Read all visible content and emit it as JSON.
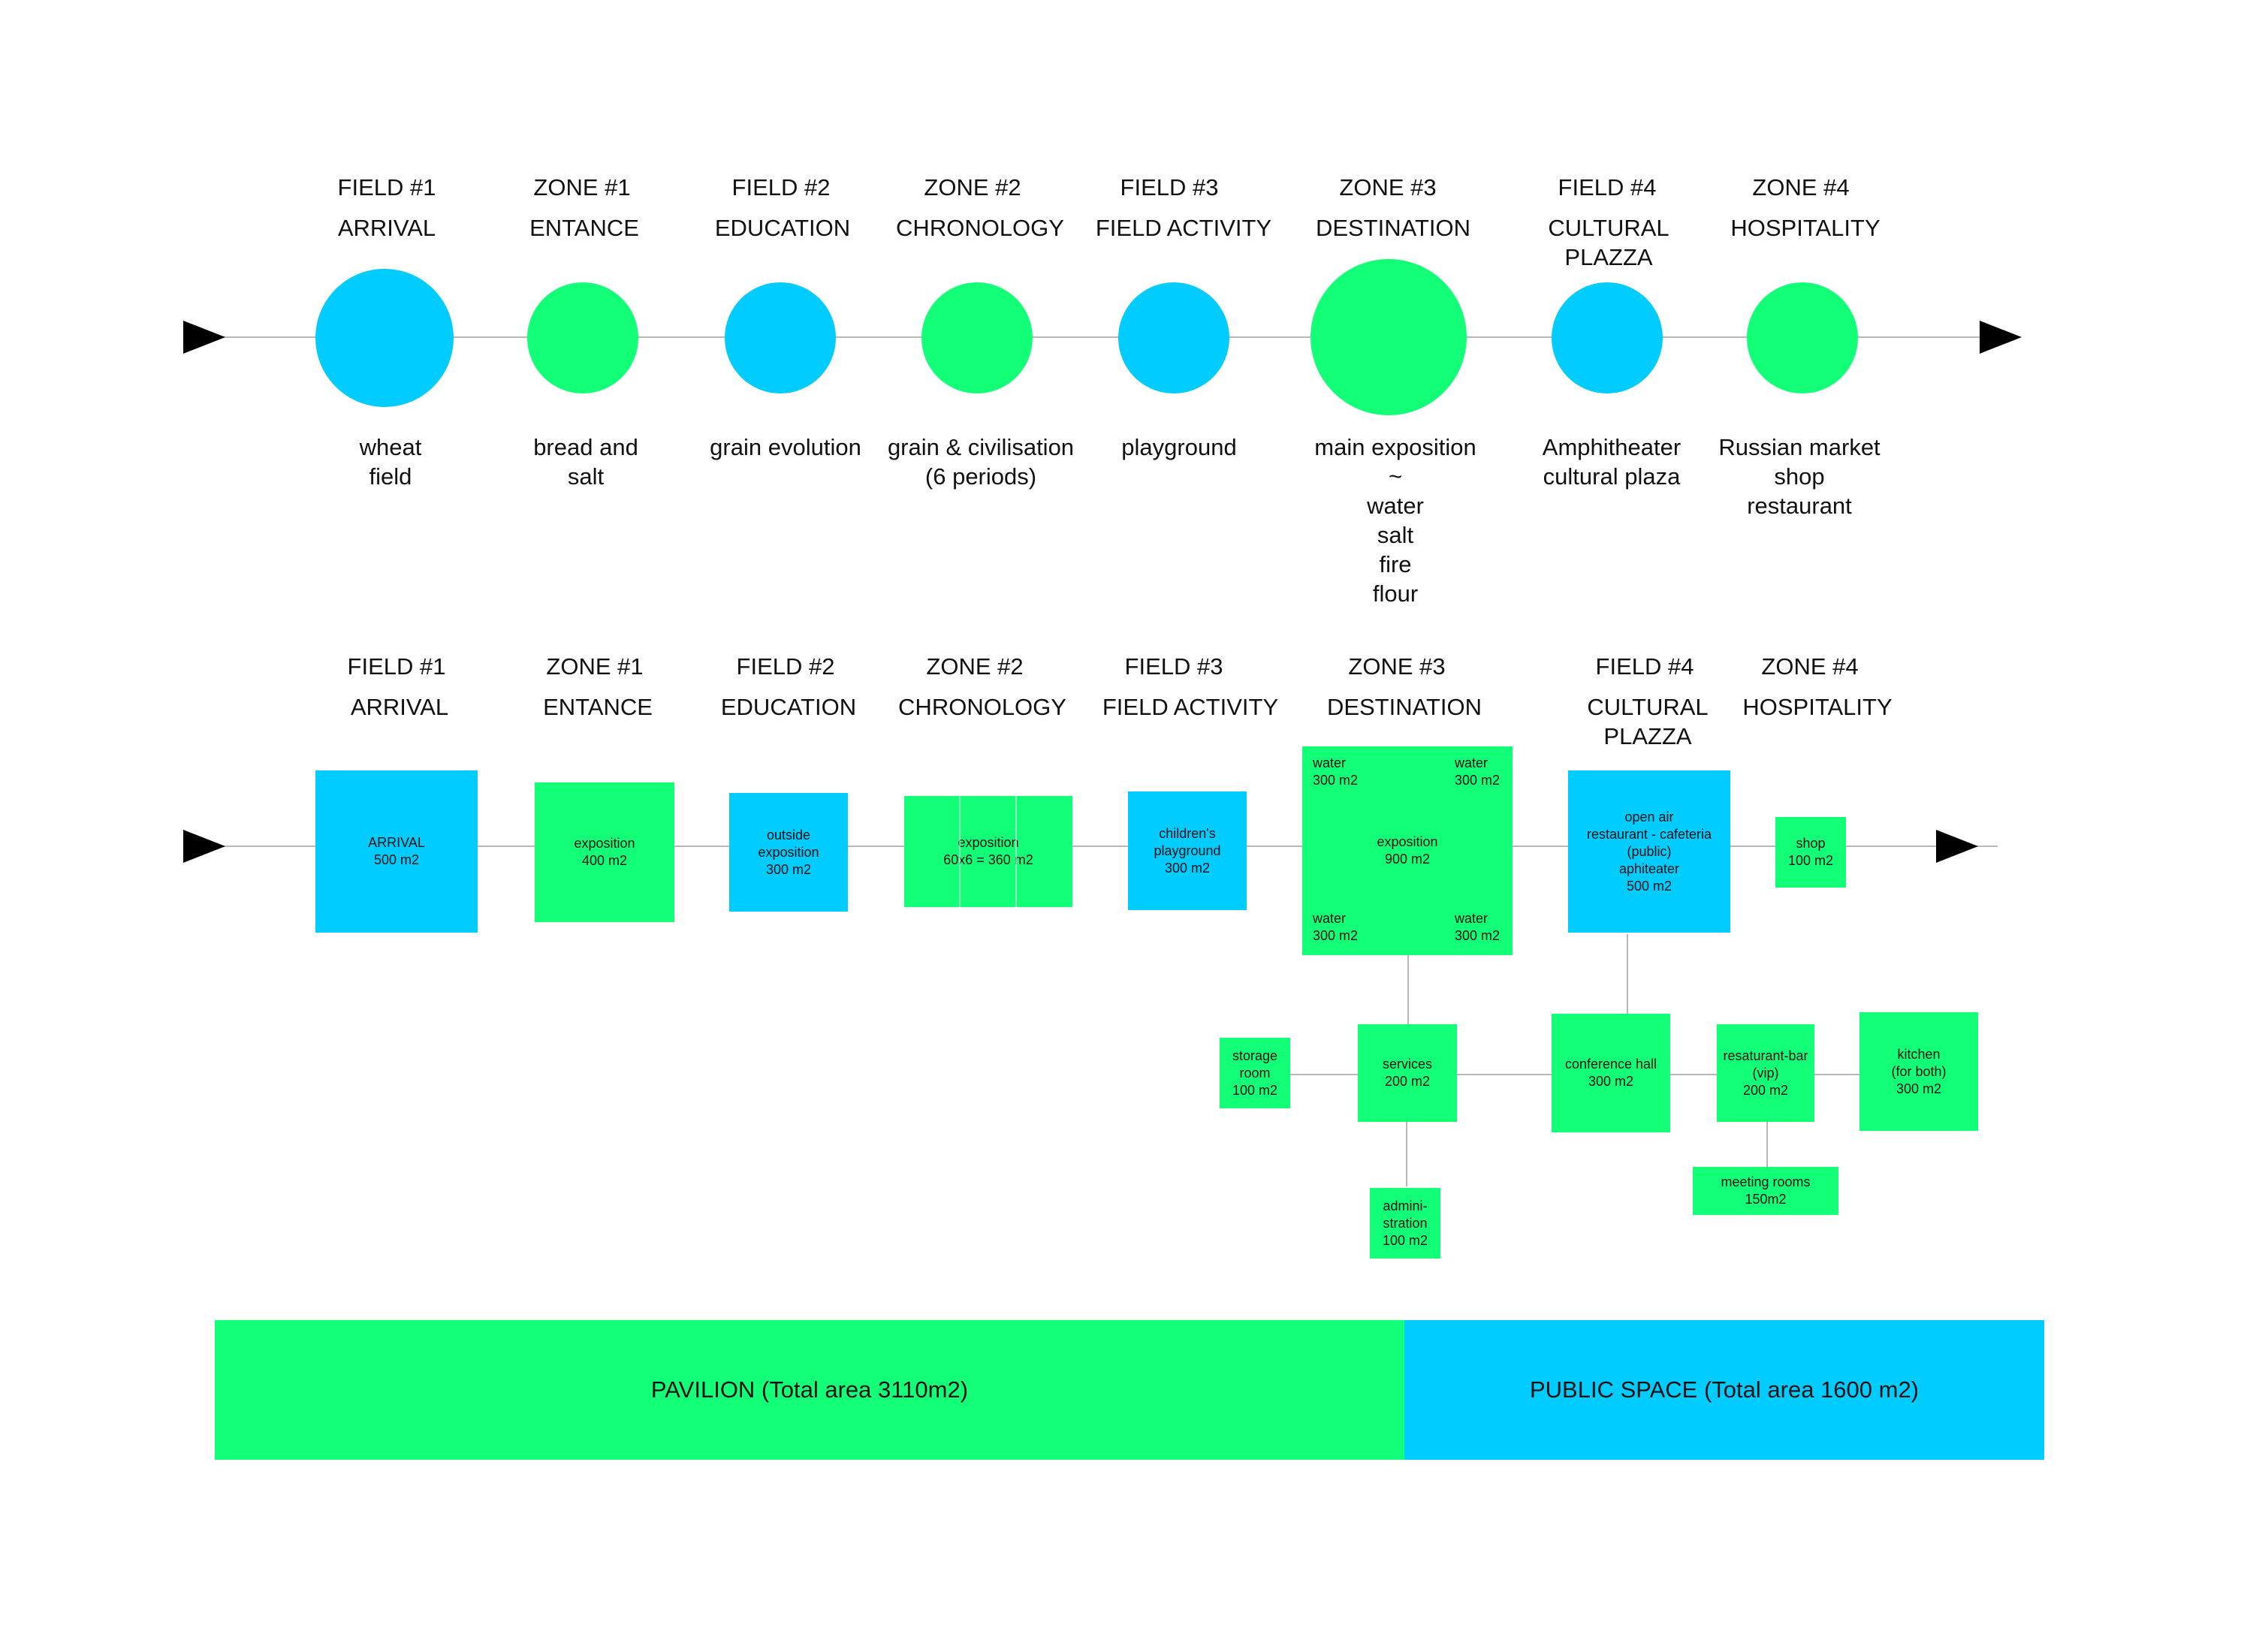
{
  "colors": {
    "blue": "#00ccff",
    "green": "#14ff78",
    "line": "#b8b8b8",
    "arrow": "#000000"
  },
  "zones": [
    {
      "code": "FIELD #1",
      "name": "ARRIVAL",
      "type": "field",
      "desc": "wheat\nfield"
    },
    {
      "code": "ZONE #1",
      "name": "ENTANCE",
      "type": "zone",
      "desc": "bread and\nsalt"
    },
    {
      "code": "FIELD #2",
      "name": "EDUCATION",
      "type": "field",
      "desc": "grain evolution"
    },
    {
      "code": "ZONE #2",
      "name": "CHRONOLOGY",
      "type": "zone",
      "desc": "grain & civilisation\n(6 periods)"
    },
    {
      "code": "FIELD #3",
      "name": "FIELD ACTIVITY",
      "type": "field",
      "desc": "playground"
    },
    {
      "code": "ZONE #3",
      "name": "DESTINATION",
      "type": "zone",
      "desc": "main exposition\n~\nwater\nsalt\nfire\nflour"
    },
    {
      "code": "FIELD #4",
      "name": "CULTURAL\nPLAZZA",
      "type": "field",
      "desc": "Amphitheater\ncultural plaza"
    },
    {
      "code": "ZONE #4",
      "name": "HOSPITALITY",
      "type": "zone",
      "desc": "Russian market\nshop\nrestaurant"
    }
  ],
  "rooms": {
    "arrival": "ARRIVAL\n500 m2",
    "entrance": "exposition\n400 m2",
    "education": "outside\nexposition\n300 m2",
    "chronology": "exposition\n60x6 = 360 m2",
    "activity": "children's\nplayground\n300 m2",
    "destination": "exposition\n900 m2",
    "water_tl": "water\n300 m2",
    "water_tr": "water\n300 m2",
    "water_bl": "water\n300 m2",
    "water_br": "water\n300 m2",
    "plaza": "open air\nrestaurant - cafeteria\n(public)\naphiteater\n500 m2",
    "shop": "shop\n100 m2",
    "storage": "storage\nroom\n100 m2",
    "services": "services\n200 m2",
    "administration": "admini-\nstration\n100 m2",
    "conference": "conference hall\n300 m2",
    "restaurant_bar": "resaturant-bar\n(vip)\n200 m2",
    "meeting": "meeting rooms\n150m2",
    "kitchen": "kitchen\n(for both)\n300 m2"
  },
  "totals": {
    "pavilion": "PAVILION (Total area 3110m2)",
    "public": "PUBLIC SPACE (Total area 1600 m2)"
  }
}
